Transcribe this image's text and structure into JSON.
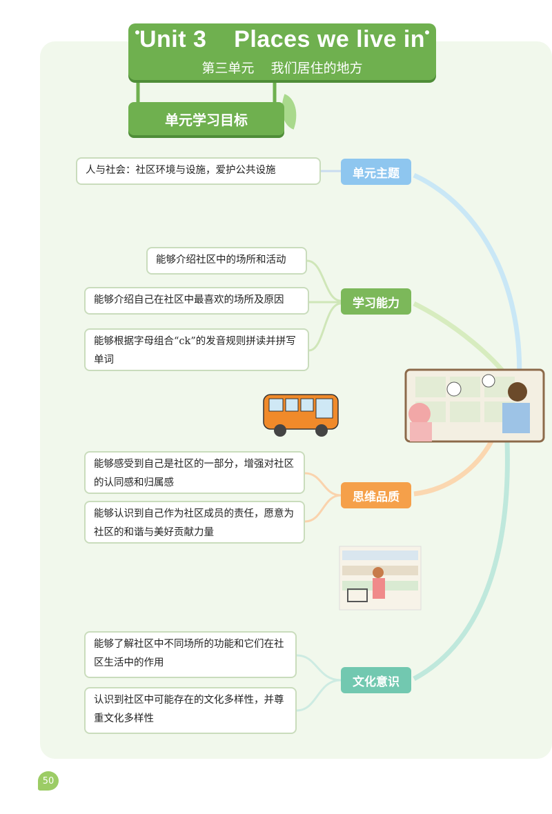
{
  "title": {
    "english": "Unit 3    Places we live in",
    "chinese": "第三单元    我们居住的地方"
  },
  "goals_heading": "单元学习目标",
  "branches": [
    {
      "label": "单元主题",
      "color": "#8ec6ef",
      "items": [
        "人与社会：社区环境与设施，爱护公共设施"
      ]
    },
    {
      "label": "学习能力",
      "color": "#7cb85a",
      "items": [
        "能够介绍社区中的场所和活动",
        "能够介绍自己在社区中最喜欢的场所及原因",
        "能够根据字母组合“ck”的发音规则拼读并拼写单词"
      ]
    },
    {
      "label": "思维品质",
      "color": "#f5a04a",
      "items": [
        "能够感受到自己是社区的一部分，增强对社区的认同感和归属感",
        "能够认识到自己作为社区成员的责任，愿意为社区的和谐与美好贡献力量"
      ]
    },
    {
      "label": "文化意识",
      "color": "#72c8b0",
      "items": [
        "能够了解社区中不同场所的功能和它们在社区生活中的作用",
        "认识到社区中可能存在的文化多样性，并尊重文化多样性"
      ]
    }
  ],
  "page_number": "50"
}
